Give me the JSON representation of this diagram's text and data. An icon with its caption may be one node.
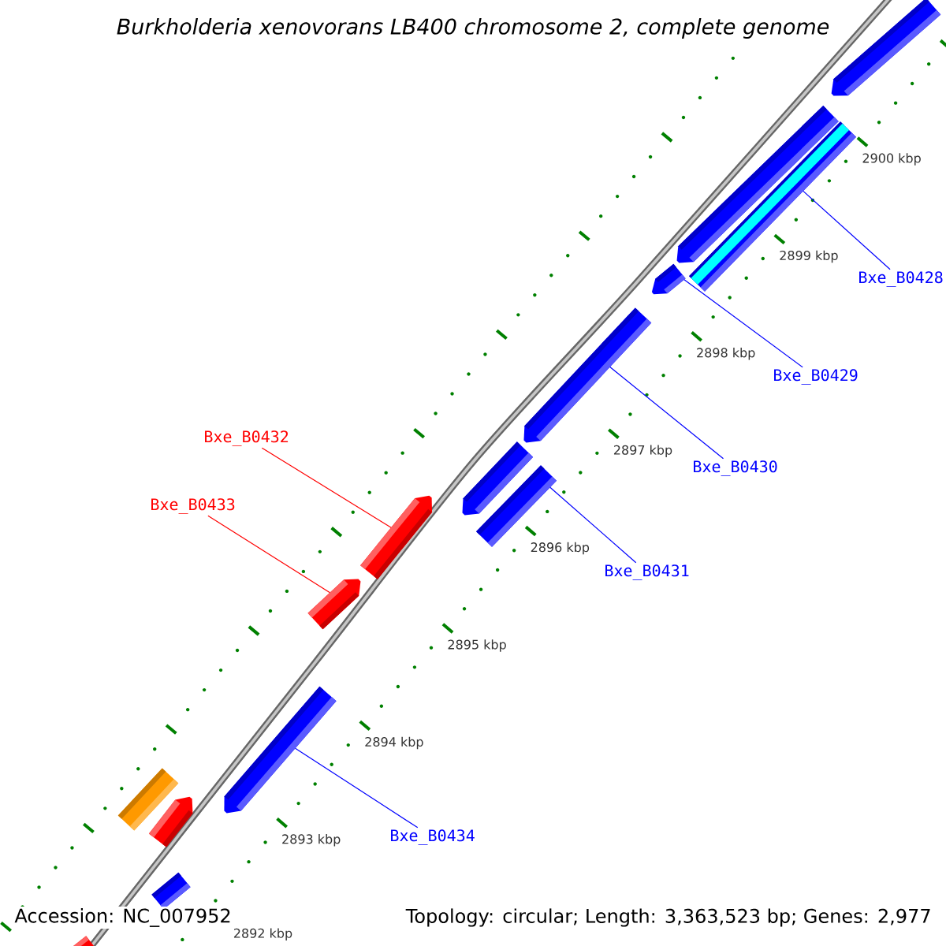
{
  "diagram": {
    "title": "Burkholderia xenovorans LB400 chromosome 2, complete genome",
    "nodes": [
      {
        "text": [],
        "shape": "pentagon"
      },
      {
        "text": [],
        "shape": "pentagon"
      },
      {
        "text": [],
        "shape": "bar"
      },
      {
        "text": [],
        "shape": "pentagon"
      },
      {
        "text": [
          "Bxe_B0428"
        ]
      },
      {
        "text": [],
        "shape": "pentagon"
      },
      {
        "text": [
          "Bxe_B0429"
        ]
      },
      {
        "text": [
          "Bxe_B0432"
        ]
      },
      {
        "text": [],
        "shape": "pentagon"
      },
      {
        "text": [
          "Bxe_B0430"
        ]
      },
      {
        "text": [],
        "shape": "bar"
      },
      {
        "text": [],
        "shape": "pentagon"
      },
      {
        "text": [
          "Bxe_B0433"
        ]
      },
      {
        "text": [
          "Bxe_B0431"
        ]
      },
      {
        "text": [],
        "shape": "pentagon"
      },
      {
        "text": [],
        "shape": "pentagon"
      },
      {
        "text": [],
        "shape": "bar"
      },
      {
        "text": [],
        "shape": "pentagon"
      },
      {
        "text": [
          "Bxe_B0434"
        ]
      },
      {
        "text": [],
        "shape": "bar"
      },
      {
        "text": [],
        "shape": "bar"
      }
    ],
    "edges": [
      {
        "from": 4,
        "to": 2,
        "arrow": "none"
      },
      {
        "from": 6,
        "to": 3,
        "arrow": "none"
      },
      {
        "from": 7,
        "to": 11,
        "arrow": "none",
        "color": "#ff0000"
      },
      {
        "from": 9,
        "to": 5,
        "arrow": "none"
      },
      {
        "from": 12,
        "to": 14,
        "arrow": "none",
        "color": "#ff0000"
      },
      {
        "from": 13,
        "to": 10,
        "arrow": "none"
      },
      {
        "from": 18,
        "to": 15,
        "arrow": "none"
      }
    ],
    "labels": [
      "2900 kbp",
      "2899 kbp",
      "2898 kbp",
      "2897 kbp",
      "2896 kbp",
      "2895 kbp",
      "2894 kbp",
      "2893 kbp",
      "2892 kbp",
      "Accession: NC_007952",
      "Topology: circular; Length: 3,363,523 bp; Genes: 2,977"
    ]
  }
}
